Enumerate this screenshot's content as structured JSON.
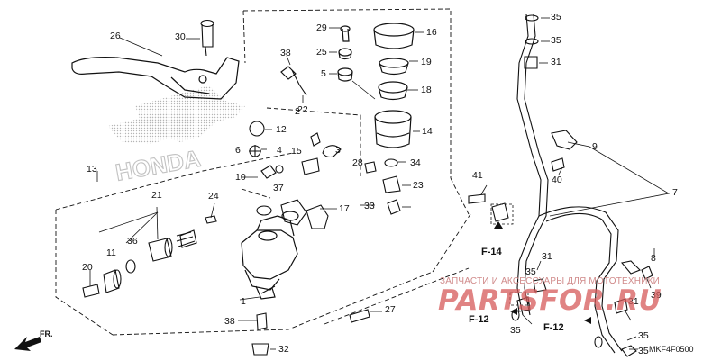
{
  "callouts": [
    "1",
    "2",
    "3",
    "4",
    "5",
    "6",
    "7",
    "8",
    "9",
    "10",
    "11",
    "12",
    "13",
    "14",
    "15",
    "16",
    "17",
    "18",
    "19",
    "20",
    "21",
    "22",
    "23",
    "24",
    "25",
    "26",
    "27",
    "28",
    "29",
    "30",
    "31",
    "32",
    "33",
    "34",
    "35",
    "36",
    "37",
    "38",
    "39",
    "40",
    "41"
  ],
  "refs": {
    "f14": "F-14",
    "f12a": "F-12",
    "f12b": "F-12"
  },
  "front_label": "FR.",
  "watermark": {
    "top": "ЗАПЧАСТИ И АКСЕССУАРЫ ДЛЯ МОТОТЕХНИКИ",
    "brand": "PARTSFOR.RU"
  },
  "brand_logo_text": "HONDA",
  "diagram_code": "MKF4F0500",
  "colors": {
    "line": "#111111",
    "watermark": "#d65a5a",
    "logo_dots": "#b8b8b8"
  },
  "icons": [
    "front-arrow-icon",
    "honda-wing-logo-icon",
    "ref-arrow-icon"
  ]
}
